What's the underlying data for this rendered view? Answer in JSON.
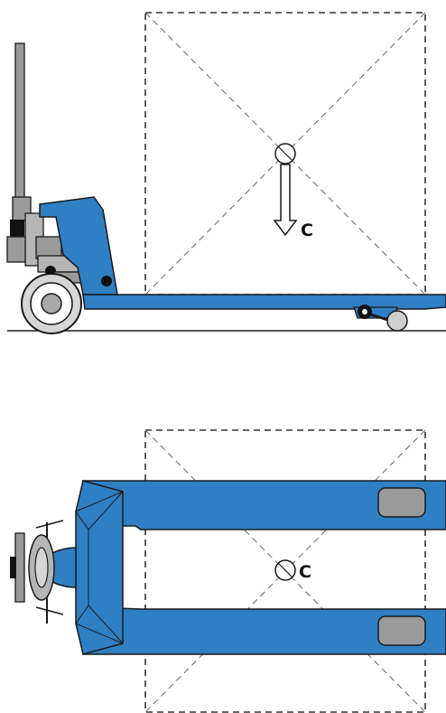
{
  "side_view": {
    "center_label": "C"
  },
  "top_view": {
    "center_label": "C"
  },
  "colors": {
    "fork_blue": "#2f7fc4",
    "outline": "#1a1a1a",
    "grey_metal": "#9a9a9a",
    "light_grey": "#cfcfcf",
    "load_dash": "#333333"
  },
  "icons": [
    "pallet-truck-side",
    "pallet-truck-top",
    "load-box",
    "center-of-gravity-marker",
    "down-arrow"
  ]
}
